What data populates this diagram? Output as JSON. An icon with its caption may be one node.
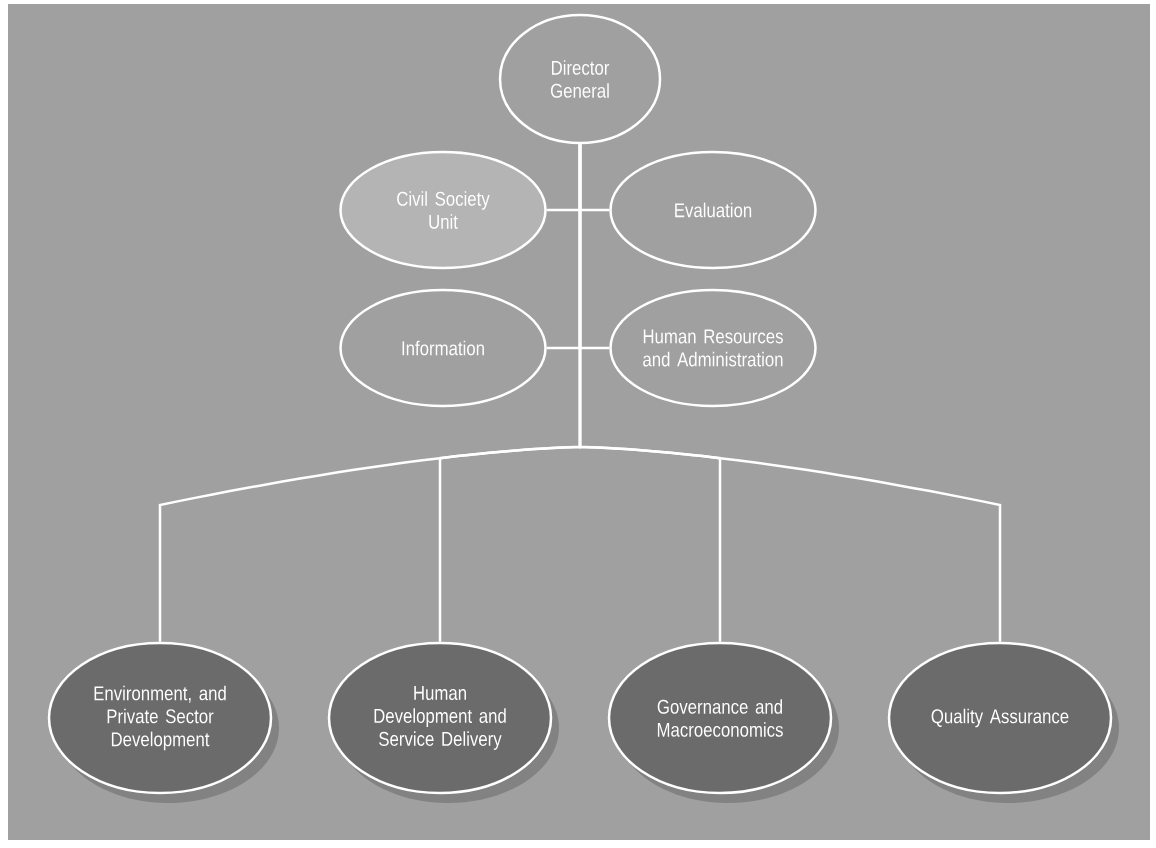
{
  "diagram": {
    "nodes": [
      {
        "text": [
          "Director General"
        ]
      },
      {
        "text": [
          "Civil Society Unit"
        ]
      },
      {
        "text": [
          "Evaluation"
        ]
      },
      {
        "text": [
          "Information"
        ]
      },
      {
        "text": [
          "Human Resources and Administration"
        ]
      },
      {
        "text": [
          "Environment, and Private Sector Development"
        ]
      },
      {
        "text": [
          "Human Development and Service Delivery"
        ]
      },
      {
        "text": [
          "Governance and Macroeconomics"
        ]
      },
      {
        "text": [
          "Quality Assurance"
        ]
      }
    ],
    "edges": [
      {
        "from": 0,
        "to": 1,
        "arrow": "none"
      },
      {
        "from": 0,
        "to": 2,
        "arrow": "none"
      },
      {
        "from": 0,
        "to": 3,
        "arrow": "none"
      },
      {
        "from": 0,
        "to": 4,
        "arrow": "none"
      },
      {
        "from": 0,
        "to": 5,
        "arrow": "none"
      },
      {
        "from": 0,
        "to": 6,
        "arrow": "none"
      },
      {
        "from": 0,
        "to": 7,
        "arrow": "none"
      },
      {
        "from": 0,
        "to": 8,
        "arrow": "none"
      }
    ]
  }
}
